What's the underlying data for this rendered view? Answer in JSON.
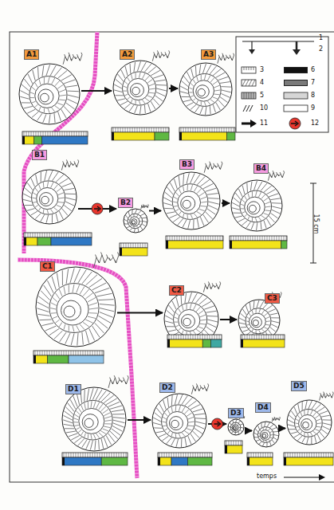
{
  "diagram": {
    "nodes": [
      {
        "text": [
          "A1"
        ]
      },
      {
        "text": [
          "A2"
        ]
      },
      {
        "text": [
          "A3"
        ]
      },
      {
        "text": [
          "B1"
        ]
      },
      {
        "text": [
          "B2"
        ]
      },
      {
        "text": [
          "B3"
        ]
      },
      {
        "text": [
          "B4"
        ]
      },
      {
        "text": [
          "C1"
        ]
      },
      {
        "text": [
          "C2"
        ]
      },
      {
        "text": [
          "C3"
        ]
      },
      {
        "text": [
          "D1"
        ]
      },
      {
        "text": [
          "D2"
        ]
      },
      {
        "text": [
          "D3"
        ]
      },
      {
        "text": [
          "D4"
        ]
      },
      {
        "text": [
          "D5"
        ]
      }
    ],
    "edges": [
      {
        "from": 0,
        "to": 1,
        "arrow": "to"
      },
      {
        "from": 1,
        "to": 2,
        "arrow": "to"
      },
      {
        "from": 3,
        "to": 4,
        "arrow": "to"
      },
      {
        "from": 4,
        "to": 5,
        "arrow": "to"
      },
      {
        "from": 5,
        "to": 6,
        "arrow": "to"
      },
      {
        "from": 7,
        "to": 8,
        "arrow": "to"
      },
      {
        "from": 8,
        "to": 9,
        "arrow": "to"
      },
      {
        "from": 10,
        "to": 11,
        "arrow": "to"
      },
      {
        "from": 11,
        "to": 12,
        "arrow": "to"
      },
      {
        "from": 12,
        "to": 13,
        "arrow": "to"
      },
      {
        "from": 13,
        "to": 14,
        "arrow": "to"
      }
    ],
    "labels": [
      "15 cm",
      "temps"
    ],
    "legend": [
      {
        "text": "1"
      },
      {
        "text": "2"
      },
      {
        "text": "3"
      },
      {
        "text": "4"
      },
      {
        "text": "5"
      },
      {
        "text": "6",
        "color": "#111111"
      },
      {
        "text": "7",
        "color": "#7a7a7a"
      },
      {
        "text": "8"
      },
      {
        "text": "9"
      },
      {
        "text": "10"
      },
      {
        "text": "11"
      },
      {
        "text": "12"
      }
    ]
  }
}
